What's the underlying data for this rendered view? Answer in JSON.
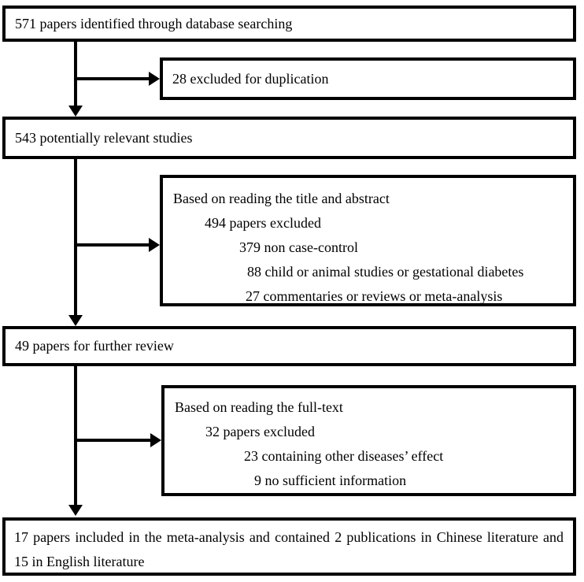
{
  "figure": {
    "kind": "study-selection-flow-diagram",
    "background_color": "#ffffff",
    "line_color": "#000000",
    "text_color": "#000000"
  },
  "boxes": {
    "identified": {
      "text": "571 papers identified through database searching"
    },
    "excluded_duplication": {
      "text": "28 excluded for duplication"
    },
    "potentially_relevant": {
      "text": "543 potentially relevant studies"
    },
    "title_abstract_screen": {
      "lines": [
        "Based on reading the title and abstract",
        "494 papers excluded",
        "379 non case-control",
        "88 child or animal studies or gestational diabetes",
        "27 commentaries or reviews or meta-analysis"
      ]
    },
    "further_review": {
      "text": "49 papers for further review"
    },
    "full_text_screen": {
      "lines": [
        "Based on reading the full-text",
        "32 papers excluded",
        "23 containing other diseases’ effect",
        "9 no sufficient information"
      ]
    },
    "included": {
      "text": "17 papers included in the meta-analysis and contained 2 publications in Chinese literature and 15 in English literature"
    }
  }
}
